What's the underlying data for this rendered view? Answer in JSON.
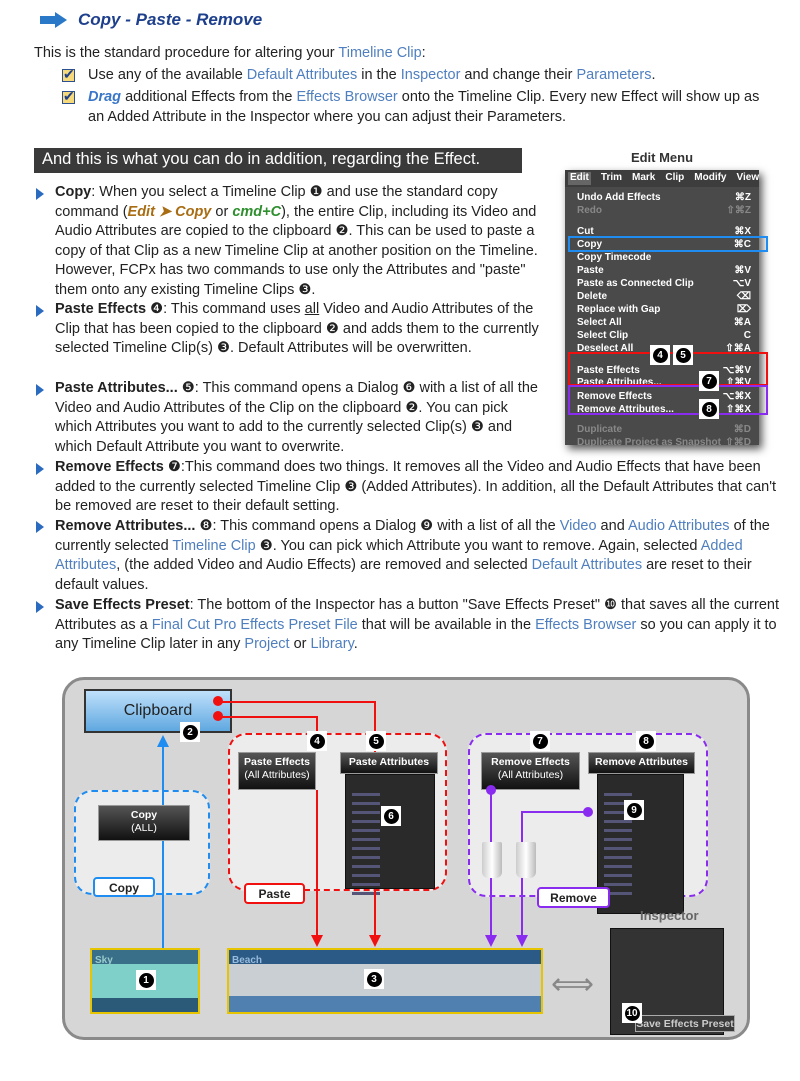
{
  "heading": "Copy - Paste - Remove",
  "intro": [
    {
      "t": "This is the standard procedure for altering your "
    },
    {
      "t": "Timeline Clip",
      "c": "lnk"
    },
    {
      "t": ":"
    }
  ],
  "checks": [
    [
      {
        "t": "Use any of the available "
      },
      {
        "t": "Default Attributes",
        "c": "lnk"
      },
      {
        "t": " in the "
      },
      {
        "t": "Inspector",
        "c": "lnk"
      },
      {
        "t": " and change their "
      },
      {
        "t": "Parameters",
        "c": "lnk"
      },
      {
        "t": "."
      }
    ],
    [
      {
        "t": "Drag",
        "c": "drag"
      },
      {
        "t": " additional Effects from the "
      },
      {
        "t": "Effects Browser",
        "c": "lnk"
      },
      {
        "t": " onto the Timeline Clip. Every new Effect will show up as an Added Attribute in the Inspector where you can adjust their Parameters."
      }
    ]
  ],
  "banner": "And this is what you can do in addition, regarding the Effect.",
  "bullets": [
    [
      {
        "t": "Copy",
        "c": "b"
      },
      {
        "t": ": When you select a Timeline Clip ❶ and use the standard copy command ("
      },
      {
        "t": "Edit ➤ Copy",
        "c": "ed"
      },
      {
        "t": " or "
      },
      {
        "t": "cmd+C",
        "c": "cmd"
      },
      {
        "t": "), the entire Clip, including its Video and Audio Attributes are copied to the clipboard ❷. This can be used to paste a copy of that Clip as a new Timeline Clip at another position on the Timeline. However, FCPx has two commands to use only the Attributes and \"paste\" them onto any existing Timeline Clips ❸."
      }
    ],
    [
      {
        "t": "Paste Effects",
        "c": "b"
      },
      {
        "t": " ❹: This command uses "
      },
      {
        "t": "all",
        "c": "u"
      },
      {
        "t": " Video and Audio Attributes of the Clip that has been copied to the clipboard ❷ and adds them to the currently selected Timeline Clip(s) ❸. Default Attributes will be overwritten."
      }
    ],
    [
      {
        "t": "Paste Attributes...",
        "c": "b"
      },
      {
        "t": " ❺: This command opens a Dialog ❻ with a list of all the Video and Audio Attributes of the Clip on the clipboard ❷. You can pick which Attributes you want to add to the currently selected Clip(s) ❸ and which Default Attribute you want to overwrite."
      }
    ],
    [
      {
        "t": "Remove Effects",
        "c": "b"
      },
      {
        "t": " ❼:This command does two things. It removes all the Video and Audio Effects that have been added to the currently selected Timeline Clip ❸ (Added Attributes). In addition, all the Default Attributes that can't be removed are reset to their default setting."
      }
    ],
    [
      {
        "t": "Remove Attributes...",
        "c": "b"
      },
      {
        "t": " ❽: This command opens a Dialog ❾ with a list of all the "
      },
      {
        "t": "Video",
        "c": "lnk"
      },
      {
        "t": " and "
      },
      {
        "t": "Audio Attributes",
        "c": "lnk"
      },
      {
        "t": " of the currently selected "
      },
      {
        "t": "Timeline Clip",
        "c": "lnk"
      },
      {
        "t": " ❸. You can pick which Attribute you want to remove. Again, selected "
      },
      {
        "t": "Added Attributes",
        "c": "lnk"
      },
      {
        "t": ", (the added Video and Audio Effects) are removed and selected "
      },
      {
        "t": "Default Attributes",
        "c": "lnk"
      },
      {
        "t": " are reset to their default values."
      }
    ],
    [
      {
        "t": "Save Effects Preset",
        "c": "b"
      },
      {
        "t": ": The bottom of the Inspector has a button \"Save Effects Preset\" ❿ that saves all the current Attributes as a "
      },
      {
        "t": "Final Cut Pro Effects Preset File",
        "c": "lnk"
      },
      {
        "t": " that will be available in the "
      },
      {
        "t": "Effects Browser",
        "c": "lnk"
      },
      {
        "t": " so you can apply it to any Timeline Clip later in any "
      },
      {
        "t": "Project",
        "c": "lnk"
      },
      {
        "t": " or "
      },
      {
        "t": "Library",
        "c": "lnk"
      },
      {
        "t": "."
      }
    ]
  ],
  "edit_menu": {
    "title": "Edit Menu",
    "bar": [
      "Edit",
      "Trim",
      "Mark",
      "Clip",
      "Modify",
      "View"
    ],
    "items": [
      {
        "label": "Undo Add Effects",
        "key": "⌘Z"
      },
      {
        "label": "Redo",
        "key": "⇧⌘Z",
        "disabled": true
      },
      {
        "label": "Cut",
        "key": "⌘X"
      },
      {
        "label": "Copy",
        "key": "⌘C"
      },
      {
        "label": "Copy Timecode",
        "key": ""
      },
      {
        "label": "Paste",
        "key": "⌘V"
      },
      {
        "label": "Paste as Connected Clip",
        "key": "⌥V"
      },
      {
        "label": "Delete",
        "key": "⌫"
      },
      {
        "label": "Replace with Gap",
        "key": "⌦"
      },
      {
        "label": "Select All",
        "key": "⌘A"
      },
      {
        "label": "Select Clip",
        "key": "C"
      },
      {
        "label": "Deselect All",
        "key": "⇧⌘A"
      },
      {
        "label": "Paste Effects",
        "key": "⌥⌘V"
      },
      {
        "label": "Paste Attributes...",
        "key": "⇧⌘V"
      },
      {
        "label": "Remove Effects",
        "key": "⌥⌘X"
      },
      {
        "label": "Remove Attributes...",
        "key": "⇧⌘X"
      },
      {
        "label": "Duplicate",
        "key": "⌘D",
        "disabled": true
      },
      {
        "label": "Duplicate Project as Snapshot",
        "key": "⇧⌘D",
        "disabled": true
      }
    ]
  },
  "diagram": {
    "clipboard": "Clipboard",
    "copy_box": [
      "Copy",
      "(ALL)"
    ],
    "copy_label": "Copy",
    "paste_effects": [
      "Paste Effects",
      "(All Attributes)"
    ],
    "paste_attributes": "Paste Attributes",
    "paste_label": "Paste",
    "remove_effects": [
      "Remove Effects",
      "(All Attributes)"
    ],
    "remove_attributes": "Remove Attributes",
    "remove_label": "Remove",
    "sky": "Sky",
    "beach": "Beach",
    "inspector": "Inspector",
    "save_preset": "Save Effects Preset",
    "nums": [
      "1",
      "2",
      "3",
      "4",
      "5",
      "6",
      "7",
      "8",
      "9",
      "10"
    ]
  },
  "colors": {
    "blue": "#1e8cf0",
    "red": "#f01010",
    "purple": "#8a2cf0"
  }
}
